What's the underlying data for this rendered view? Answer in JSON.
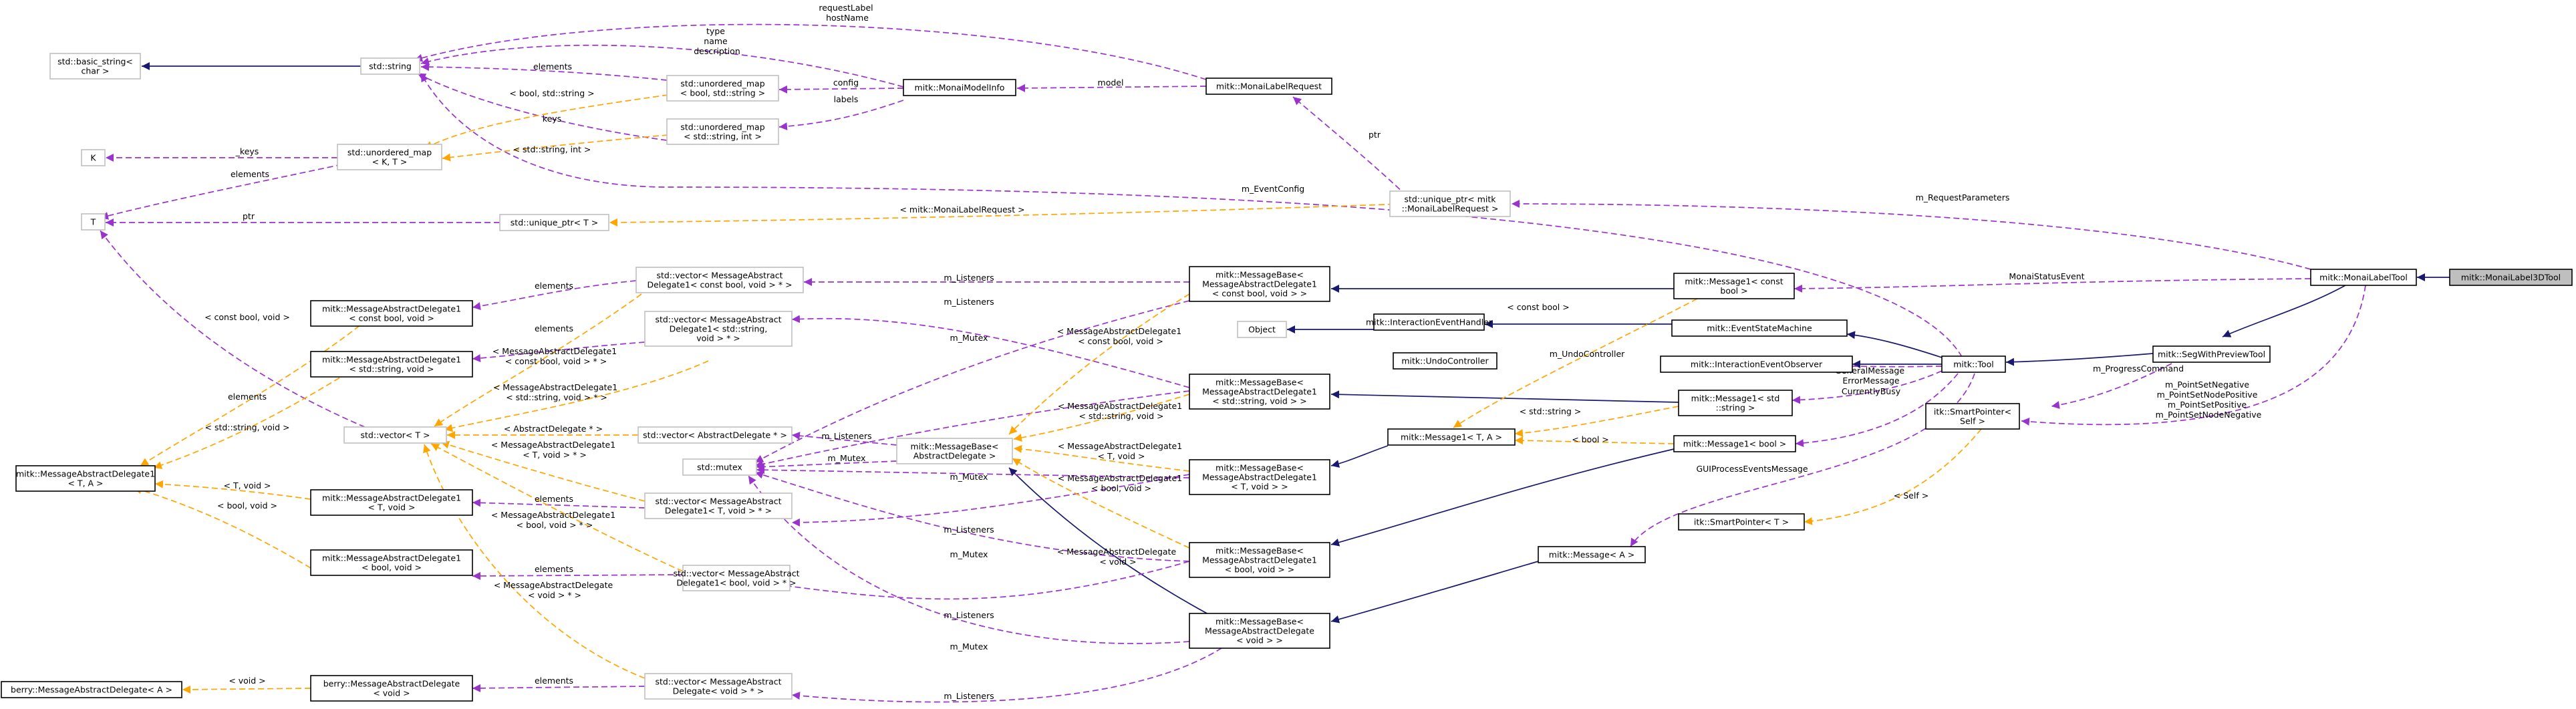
{
  "colors": {
    "inheritance": "#191970",
    "usage": "#9a32cd",
    "template": "#ffa500",
    "node_border_external": "#bfbfbf",
    "node_border_documented": "#000000",
    "highlight_fill": "#bfbfbf"
  },
  "nodes": {
    "basic_string": [
      "std::basic_string<",
      "char >"
    ],
    "string": [
      "std::string"
    ],
    "K": [
      "K"
    ],
    "T": [
      "T"
    ],
    "umap_KT": [
      "std::unordered_map",
      "< K, T >"
    ],
    "umap_bool_string": [
      "std::unordered_map",
      "< bool, std::string >"
    ],
    "umap_string_int": [
      "std::unordered_map",
      "< std::string, int >"
    ],
    "monai_model_info": [
      "mitk::MonaiModelInfo"
    ],
    "monai_label_request": [
      "mitk::MonaiLabelRequest"
    ],
    "unique_ptr_T": [
      "std::unique_ptr< T >"
    ],
    "unique_ptr_monai": [
      "std::unique_ptr< mitk",
      "::MonaiLabelRequest >"
    ],
    "mad1_const_bool_void": [
      "mitk::MessageAbstractDelegate1",
      "< const bool, void >"
    ],
    "mad1_string_void": [
      "mitk::MessageAbstractDelegate1",
      "< std::string, void >"
    ],
    "mad1_TA": [
      "mitk::MessageAbstractDelegate1",
      "< T, A >"
    ],
    "mad1_T_void": [
      "mitk::MessageAbstractDelegate1",
      "< T, void >"
    ],
    "mad1_bool_void": [
      "mitk::MessageAbstractDelegate1",
      "< bool, void >"
    ],
    "berry_mad_A": [
      "berry::MessageAbstractDelegate< A >"
    ],
    "berry_mad_void": [
      "berry::MessageAbstractDelegate",
      "< void >"
    ],
    "vec_T": [
      "std::vector< T >"
    ],
    "vec_mad1_const_bool": [
      "std::vector< MessageAbstract",
      "Delegate1< const bool, void > * >"
    ],
    "vec_mad1_string": [
      "std::vector< MessageAbstract",
      "Delegate1< std::string,",
      "void > * >"
    ],
    "vec_ad": [
      "std::vector< AbstractDelegate * >"
    ],
    "vec_mad1_T": [
      "std::vector< MessageAbstract",
      "Delegate1< T, void > * >"
    ],
    "vec_mad1_bool": [
      "std::vector< MessageAbstract",
      "Delegate1< bool, void > * >"
    ],
    "vec_mad_void": [
      "std::vector< MessageAbstract",
      "Delegate< void > * >"
    ],
    "mutex": [
      "std::mutex"
    ],
    "mb_ad": [
      "mitk::MessageBase<",
      "AbstractDelegate >"
    ],
    "mb_const_bool": [
      "mitk::MessageBase<",
      "MessageAbstractDelegate1",
      "< const bool, void > >"
    ],
    "mb_string": [
      "mitk::MessageBase<",
      "MessageAbstractDelegate1",
      "< std::string, void > >"
    ],
    "mb_T": [
      "mitk::MessageBase<",
      "MessageAbstractDelegate1",
      "< T, void > >"
    ],
    "mb_bool": [
      "mitk::MessageBase<",
      "MessageAbstractDelegate1",
      "< bool, void > >"
    ],
    "mb_void": [
      "mitk::MessageBase<",
      "MessageAbstractDelegate",
      "< void > >"
    ],
    "object": [
      "Object"
    ],
    "ieh": [
      "mitk::InteractionEventHandler"
    ],
    "undo": [
      "mitk::UndoController"
    ],
    "m1_TA": [
      "mitk::Message1< T, A >"
    ],
    "m_A": [
      "mitk::Message< A >"
    ],
    "m1_const_bool": [
      "mitk::Message1< const",
      "bool >"
    ],
    "esm": [
      "mitk::EventStateMachine"
    ],
    "ieo": [
      "mitk::InteractionEventObserver"
    ],
    "m1_string": [
      "mitk::Message1< std",
      "::string >"
    ],
    "m1_bool": [
      "mitk::Message1< bool >"
    ],
    "tool": [
      "mitk::Tool"
    ],
    "itk_sp_T": [
      "itk::SmartPointer< T >"
    ],
    "itk_sp_self": [
      "itk::SmartPointer<",
      "Self >"
    ],
    "seg_preview": [
      "mitk::SegWithPreviewTool"
    ],
    "monai_tool": [
      "mitk::MonaiLabelTool"
    ],
    "monai_3d": [
      "mitk::MonaiLabel3DTool"
    ]
  },
  "labels": {
    "requestlabel": [
      "requestLabel",
      "hostName"
    ],
    "type_name_desc": [
      "type",
      "name",
      "description"
    ],
    "elements": "elements",
    "config": "config",
    "model": "model",
    "bool_string": "< bool, std::string >",
    "keys": "keys",
    "labels": "labels",
    "keys_u": "_keys",
    "string_int": "< std::string, int >",
    "ptr": "ptr",
    "m_eventconfig": "m_EventConfig",
    "monai_request": "< mitk::MonaiLabelRequest >",
    "m_requestparameters": "m_RequestParameters",
    "m_listeners": "m_Listeners",
    "monaistatusevent": "MonaiStatusEvent",
    "const_bool_void": "< const bool, void >",
    "const_bool": "< const bool >",
    "m_mutex": "m_Mutex",
    "mad1_const_bool_void": [
      "< MessageAbstractDelegate1",
      "< const bool, void > * >"
    ],
    "mad1_const_bool": [
      "< MessageAbstractDelegate1",
      "< const bool, void >"
    ],
    "mad1_string_void": [
      "< MessageAbstractDelegate1",
      "< std::string, void > * >"
    ],
    "mad1_string": [
      "< MessageAbstractDelegate1",
      "< std::string, void >"
    ],
    "string_void": "< std::string, void >",
    "abstractdelegate": "< AbstractDelegate * >",
    "mad1_T_void": [
      "< MessageAbstractDelegate1",
      "< T, void > * >"
    ],
    "mad1_T": [
      "< MessageAbstractDelegate1",
      "< T, void >"
    ],
    "T_void": "< T, void >",
    "mad1_bool_void": [
      "< MessageAbstractDelegate1",
      "< bool, void > * >"
    ],
    "mad1_bool": [
      "< MessageAbstractDelegate1",
      "< bool, void >"
    ],
    "bool_void": "< bool, void >",
    "mad_void_ptr": [
      "< MessageAbstractDelegate",
      "< void > * >"
    ],
    "mad_void": [
      "< MessageAbstractDelegate",
      "< void >"
    ],
    "void": "< void >",
    "m_undocontroller": "m_UndoController",
    "std_string": "< std::string >",
    "bool": "< bool >",
    "generalmessage": [
      "GeneralMessage",
      "ErrorMessage"
    ],
    "currentlybusy": "CurrentlyBusy",
    "guiprocess": "GUIProcessEventsMessage",
    "self": "< Self >",
    "m_progresscommand": "m_ProgressCommand",
    "m_pointset": [
      "m_PointSetNegative",
      "m_PointSetNodePositive",
      "m_PointSetPositive",
      "m_PointSetNodeNegative"
    ]
  }
}
